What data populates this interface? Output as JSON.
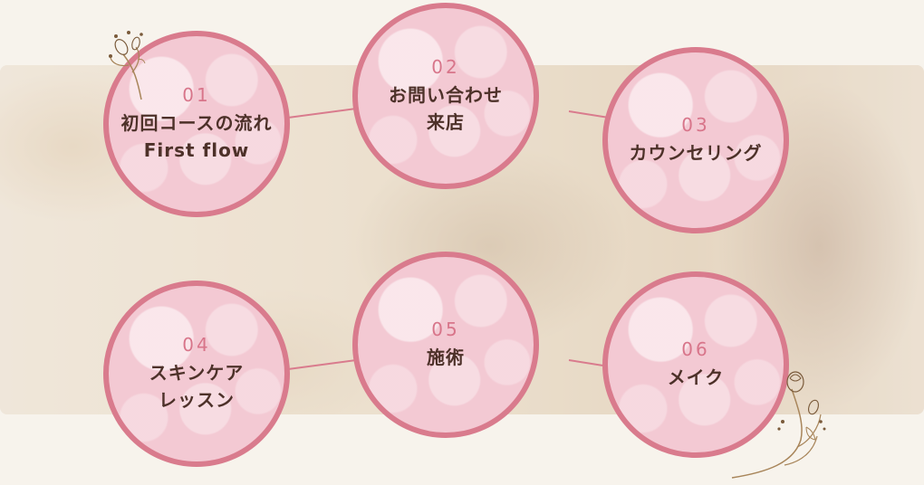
{
  "steps": [
    {
      "number": "01",
      "line1": "初回コースの流れ",
      "line2": "First flow"
    },
    {
      "number": "02",
      "line1": "お問い合わせ",
      "line2": "来店"
    },
    {
      "number": "03",
      "line1": "カウンセリング",
      "line2": ""
    },
    {
      "number": "04",
      "line1": "スキンケア",
      "line2": "レッスン"
    },
    {
      "number": "05",
      "line1": "施術",
      "line2": ""
    },
    {
      "number": "06",
      "line1": "メイク",
      "line2": ""
    }
  ],
  "colors": {
    "circle_border": "#d97b8d",
    "circle_fill": "#f3c9d3",
    "number": "#d8758a",
    "title": "#4d3129",
    "page_background": "#f7f3ec"
  },
  "icons": [
    "floral-sprig-icon",
    "floral-branch-icon"
  ]
}
